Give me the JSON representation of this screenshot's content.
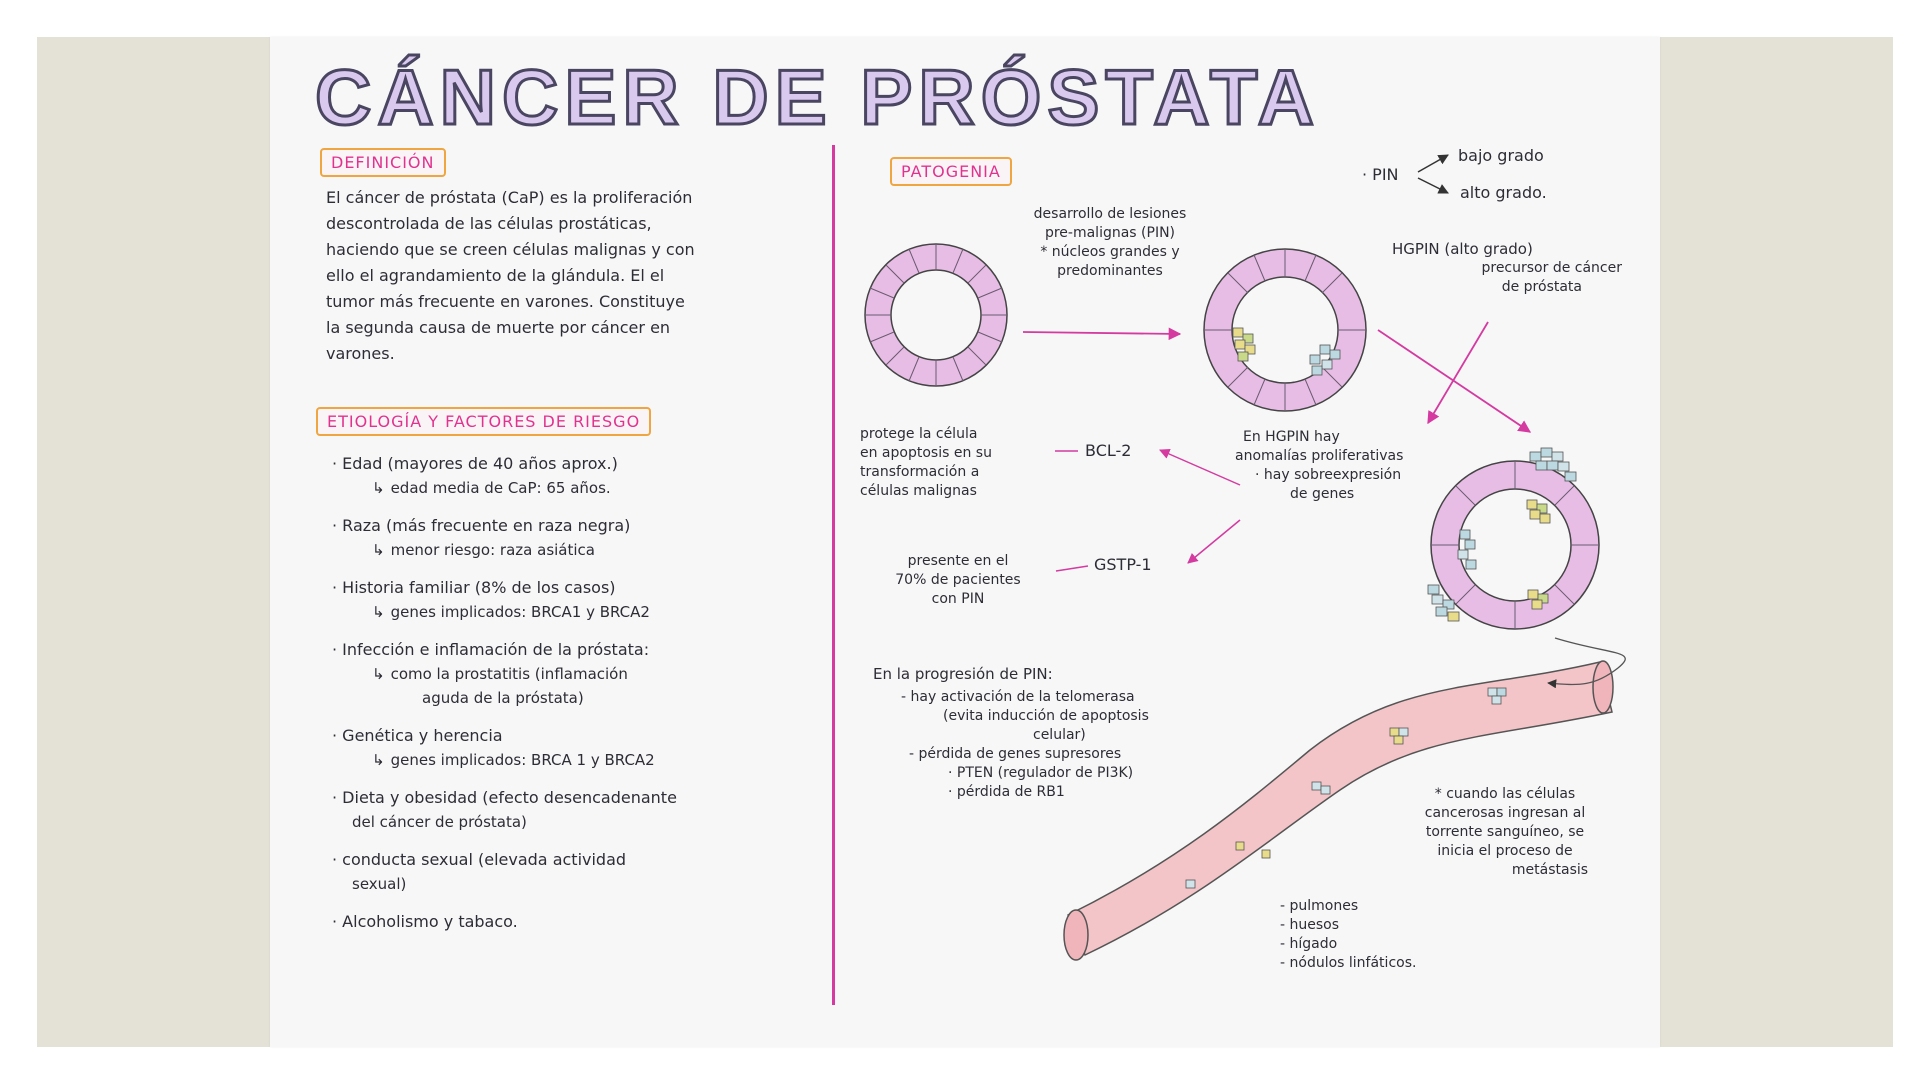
{
  "title": "CÁNCER DE PRÓSTATA",
  "colors": {
    "background": "#e4e1d7",
    "paper": "#f7f7f8",
    "accent": "#e0338f",
    "tag_border": "#f0a640",
    "title_fill": "#d9c9ee",
    "cell_pink": "#e7bde6",
    "vessel": "#f3c4c8"
  },
  "definicion": {
    "heading": "DEFINICIÓN",
    "lines": [
      "El cáncer de próstata (CaP) es la proliferación",
      "descontrolada de las células prostáticas,",
      "haciendo que se creen células malignas y con",
      "ello el agrandamiento de la glándula. El el",
      "tumor más frecuente en varones. Constituye",
      "la segunda causa de muerte por cáncer en",
      "varones."
    ]
  },
  "etiologia": {
    "heading": "ETIOLOGÍA Y FACTORES DE RIESGO",
    "items": [
      {
        "main": "Edad (mayores de 40 años aprox.)",
        "sub": [
          "edad media de CaP: 65 años."
        ]
      },
      {
        "main": "Raza (más frecuente en raza negra)",
        "sub": [
          "menor riesgo: raza asiática"
        ]
      },
      {
        "main": "Historia familiar (8% de los casos)",
        "sub": [
          "genes implicados: BRCA1 y BRCA2"
        ]
      },
      {
        "main": "Infección e inflamación de la próstata:",
        "sub": [
          "como la prostatitis (inflamación",
          "aguda de la próstata)"
        ]
      },
      {
        "main": "Genética y herencia",
        "sub": [
          "genes implicados: BRCA 1 y BRCA2"
        ]
      },
      {
        "main": "Dieta y obesidad (efecto desencadenante",
        "sub": [
          "del cáncer de próstata)"
        ]
      },
      {
        "main": "conducta sexual (elevada actividad",
        "sub": [
          "sexual)"
        ]
      },
      {
        "main": "Alcoholismo y tabaco.",
        "sub": []
      }
    ]
  },
  "patogenia": {
    "heading": "PATOGENIA",
    "pin_label": "PIN",
    "pin_branches": [
      "bajo grado",
      "alto grado."
    ],
    "lesiones": [
      "desarrollo de lesiones",
      "pre-malignas (PIN)",
      "* núcleos grandes y",
      "predominantes"
    ],
    "hgpin": [
      "HGPIN (alto grado)",
      "precursor de cáncer",
      "de próstata"
    ],
    "bcl2_label": "BCL-2",
    "bcl2_note": [
      "protege la célula",
      "en apoptosis en su",
      "transformación a",
      "células malignas"
    ],
    "gstp_label": "GSTP-1",
    "gstp_note": [
      "presente en el",
      "70% de pacientes",
      "con PIN"
    ],
    "en_hgpin": [
      "En HGPIN hay",
      "anomalías proliferativas",
      "· hay sobreexpresión",
      "de genes"
    ],
    "progresion": {
      "title": "En la progresión de PIN:",
      "lines": [
        "- hay activación de la telomerasa",
        "(evita inducción de apoptosis",
        "celular)",
        "- pérdida de genes supresores",
        "· PTEN (regulador de PI3K)",
        "· pérdida de RB1"
      ]
    },
    "metastasis": [
      "* cuando las células",
      "cancerosas ingresan al",
      "torrente sanguíneo, se",
      "inicia el proceso de",
      "metástasis"
    ],
    "sitios": [
      "- pulmones",
      "- huesos",
      "- hígado",
      "- nódulos linfáticos."
    ]
  }
}
